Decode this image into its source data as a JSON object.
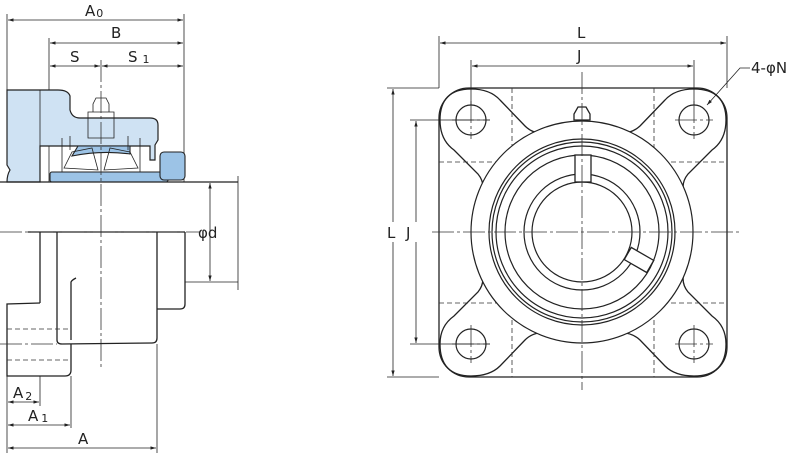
{
  "title": "Square flange bearing unit dimension drawing",
  "colors": {
    "housing_fill": "#cfe2f3",
    "bearing_fill": "#9cc3e6",
    "line": "#222222"
  },
  "side_view": {
    "A0": {
      "base": "A",
      "sub": "0"
    },
    "B": "B",
    "S": "S",
    "S1": {
      "base": "S",
      "sub": "1"
    },
    "d": "φd",
    "A2": {
      "base": "A",
      "sub": "2"
    },
    "A1": {
      "base": "A",
      "sub": "1"
    },
    "A": "A"
  },
  "front_view": {
    "L_top": "L",
    "J_top": "J",
    "L_left": "L",
    "J_left": "J",
    "bolt_holes": "4-φN"
  }
}
